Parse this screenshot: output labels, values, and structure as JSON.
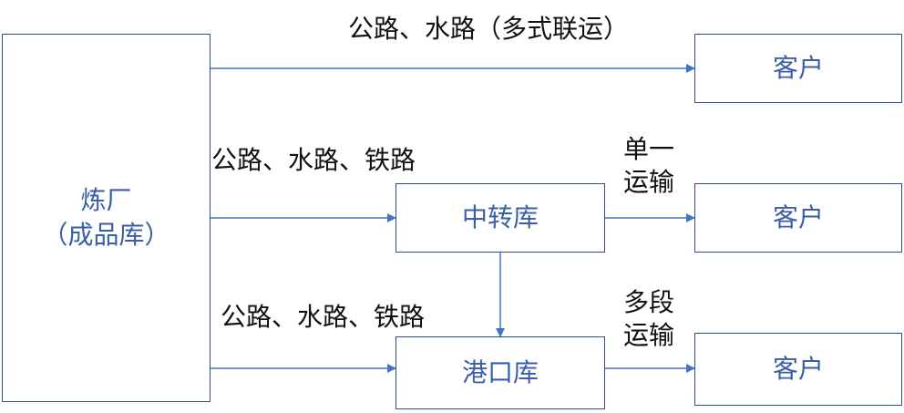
{
  "nodes": {
    "refinery": {
      "line1": "炼厂",
      "line2": "（成品库）"
    },
    "transfer_depot": "中转库",
    "port_depot": "港口库",
    "customer_top": "客户",
    "customer_middle": "客户",
    "customer_bottom": "客户"
  },
  "edge_labels": {
    "refinery_to_customer": "公路、水路（多式联运）",
    "refinery_to_transfer": "公路、水路、铁路",
    "refinery_to_port": "公路、水路、铁路",
    "transfer_to_customer_line1": "单一",
    "transfer_to_customer_line2": "运输",
    "port_to_customer_line1": "多段",
    "port_to_customer_line2": "运输"
  },
  "colors": {
    "box_border": "#2f4f8a",
    "box_text": "#3a5ea6",
    "arrow": "#4472c4",
    "label_text": "#111111"
  }
}
